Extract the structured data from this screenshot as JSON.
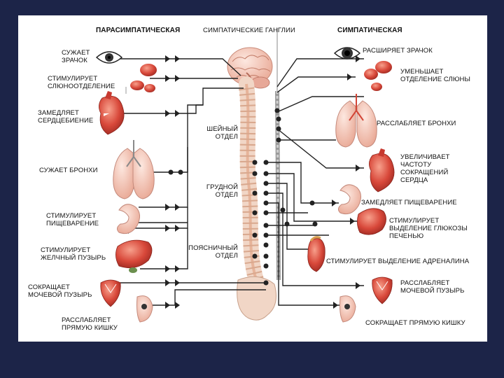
{
  "headers": {
    "parasympathetic": "ПАРАСИМПАТИЧЕСКАЯ",
    "ganglia": "СИМПАТИЧЕСКИЕ ГАНГЛИИ",
    "sympathetic": "СИМПАТИЧЕСКАЯ"
  },
  "spine_sections": {
    "cervical": "ШЕЙНЫЙ\nОТДЕЛ",
    "thoracic": "ГРУДНОЙ\nОТДЕЛ",
    "lumbar": "ПОЯСНИЧНЫЙ\nОТДЕЛ"
  },
  "parasympathetic_effects": {
    "pupil": "СУЖАЕТ\nЗРАЧОК",
    "saliva": "СТИМУЛИРУЕТ\nСЛЮНООТДЕЛЕНИЕ",
    "heart": "ЗАМЕДЛЯЕТ\nСЕРДЦЕБИЕНИЕ",
    "bronchi": "СУЖАЕТ БРОНХИ",
    "digestion": "СТИМУЛИРУЕТ\nПИЩЕВАРЕНИЕ",
    "gallbladder": "СТИМУЛИРУЕТ\nЖЕЛЧНЫЙ ПУЗЫРЬ",
    "bladder": "СОКРАЩАЕТ\nМОЧЕВОЙ ПУЗЫРЬ",
    "rectum": "РАССЛАБЛЯЕТ\nПРЯМУЮ КИШКУ"
  },
  "sympathetic_effects": {
    "pupil": "РАСШИРЯЕТ ЗРАЧОК",
    "saliva": "УМЕНЬШАЕТ\nОТДЕЛЕНИЕ СЛЮНЫ",
    "bronchi": "РАССЛАБЛЯЕТ БРОНХИ",
    "heart": "УВЕЛИЧИВАЕТ\nЧАСТОТУ\nСОКРАЩЕНИЙ\nСЕРДЦА",
    "digestion": "ЗАМЕДЛЯЕТ ПИЩЕВАРЕНИЕ",
    "glucose": "СТИМУЛИРУЕТ\nВЫДЕЛЕНИЕ ГЛЮКОЗЫ\nПЕЧЕНЬЮ",
    "adrenaline": "СТИМУЛИРУЕТ ВЫДЕЛЕНИЕ АДРЕНАЛИНА",
    "bladder": "РАССЛАБЛЯЕТ\nМОЧЕВОЙ ПУЗЫРЬ",
    "rectum": "СОКРАЩАЕТ ПРЯМУЮ КИШКУ"
  },
  "colors": {
    "slide_background": "#1c2448",
    "organ_red": "#d8483a",
    "organ_pink": "#f2c1b4",
    "nerve": "#222222",
    "spine": "#f1d6c6"
  }
}
